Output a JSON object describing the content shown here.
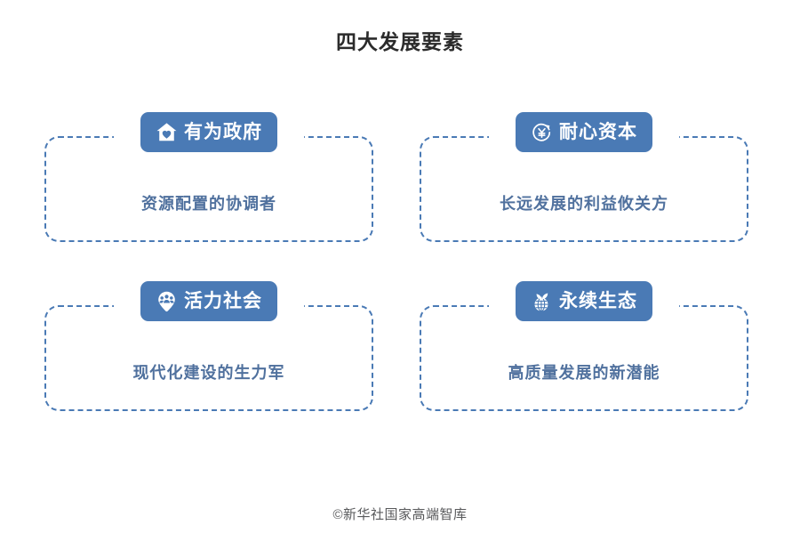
{
  "title": "四大发展要素",
  "footer": "©新华社国家高端智库",
  "colors": {
    "badge_blue": "#4a7ab5",
    "dashed_border": "#4a7ab5",
    "desc_text": "#50719e",
    "title_text": "#2b2b2b",
    "footer_text": "#58595b",
    "background": "#ffffff"
  },
  "cards": [
    {
      "label": "有为政府",
      "desc": "资源配置的协调者",
      "icon": "house-heart-icon"
    },
    {
      "label": "耐心资本",
      "desc": "长远发展的利益攸关方",
      "icon": "yuan-refresh-icon"
    },
    {
      "label": "活力社会",
      "desc": "现代化建设的生力军",
      "icon": "people-pin-icon"
    },
    {
      "label": "永续生态",
      "desc": "高质量发展的新潜能",
      "icon": "globe-leaf-icon"
    }
  ]
}
